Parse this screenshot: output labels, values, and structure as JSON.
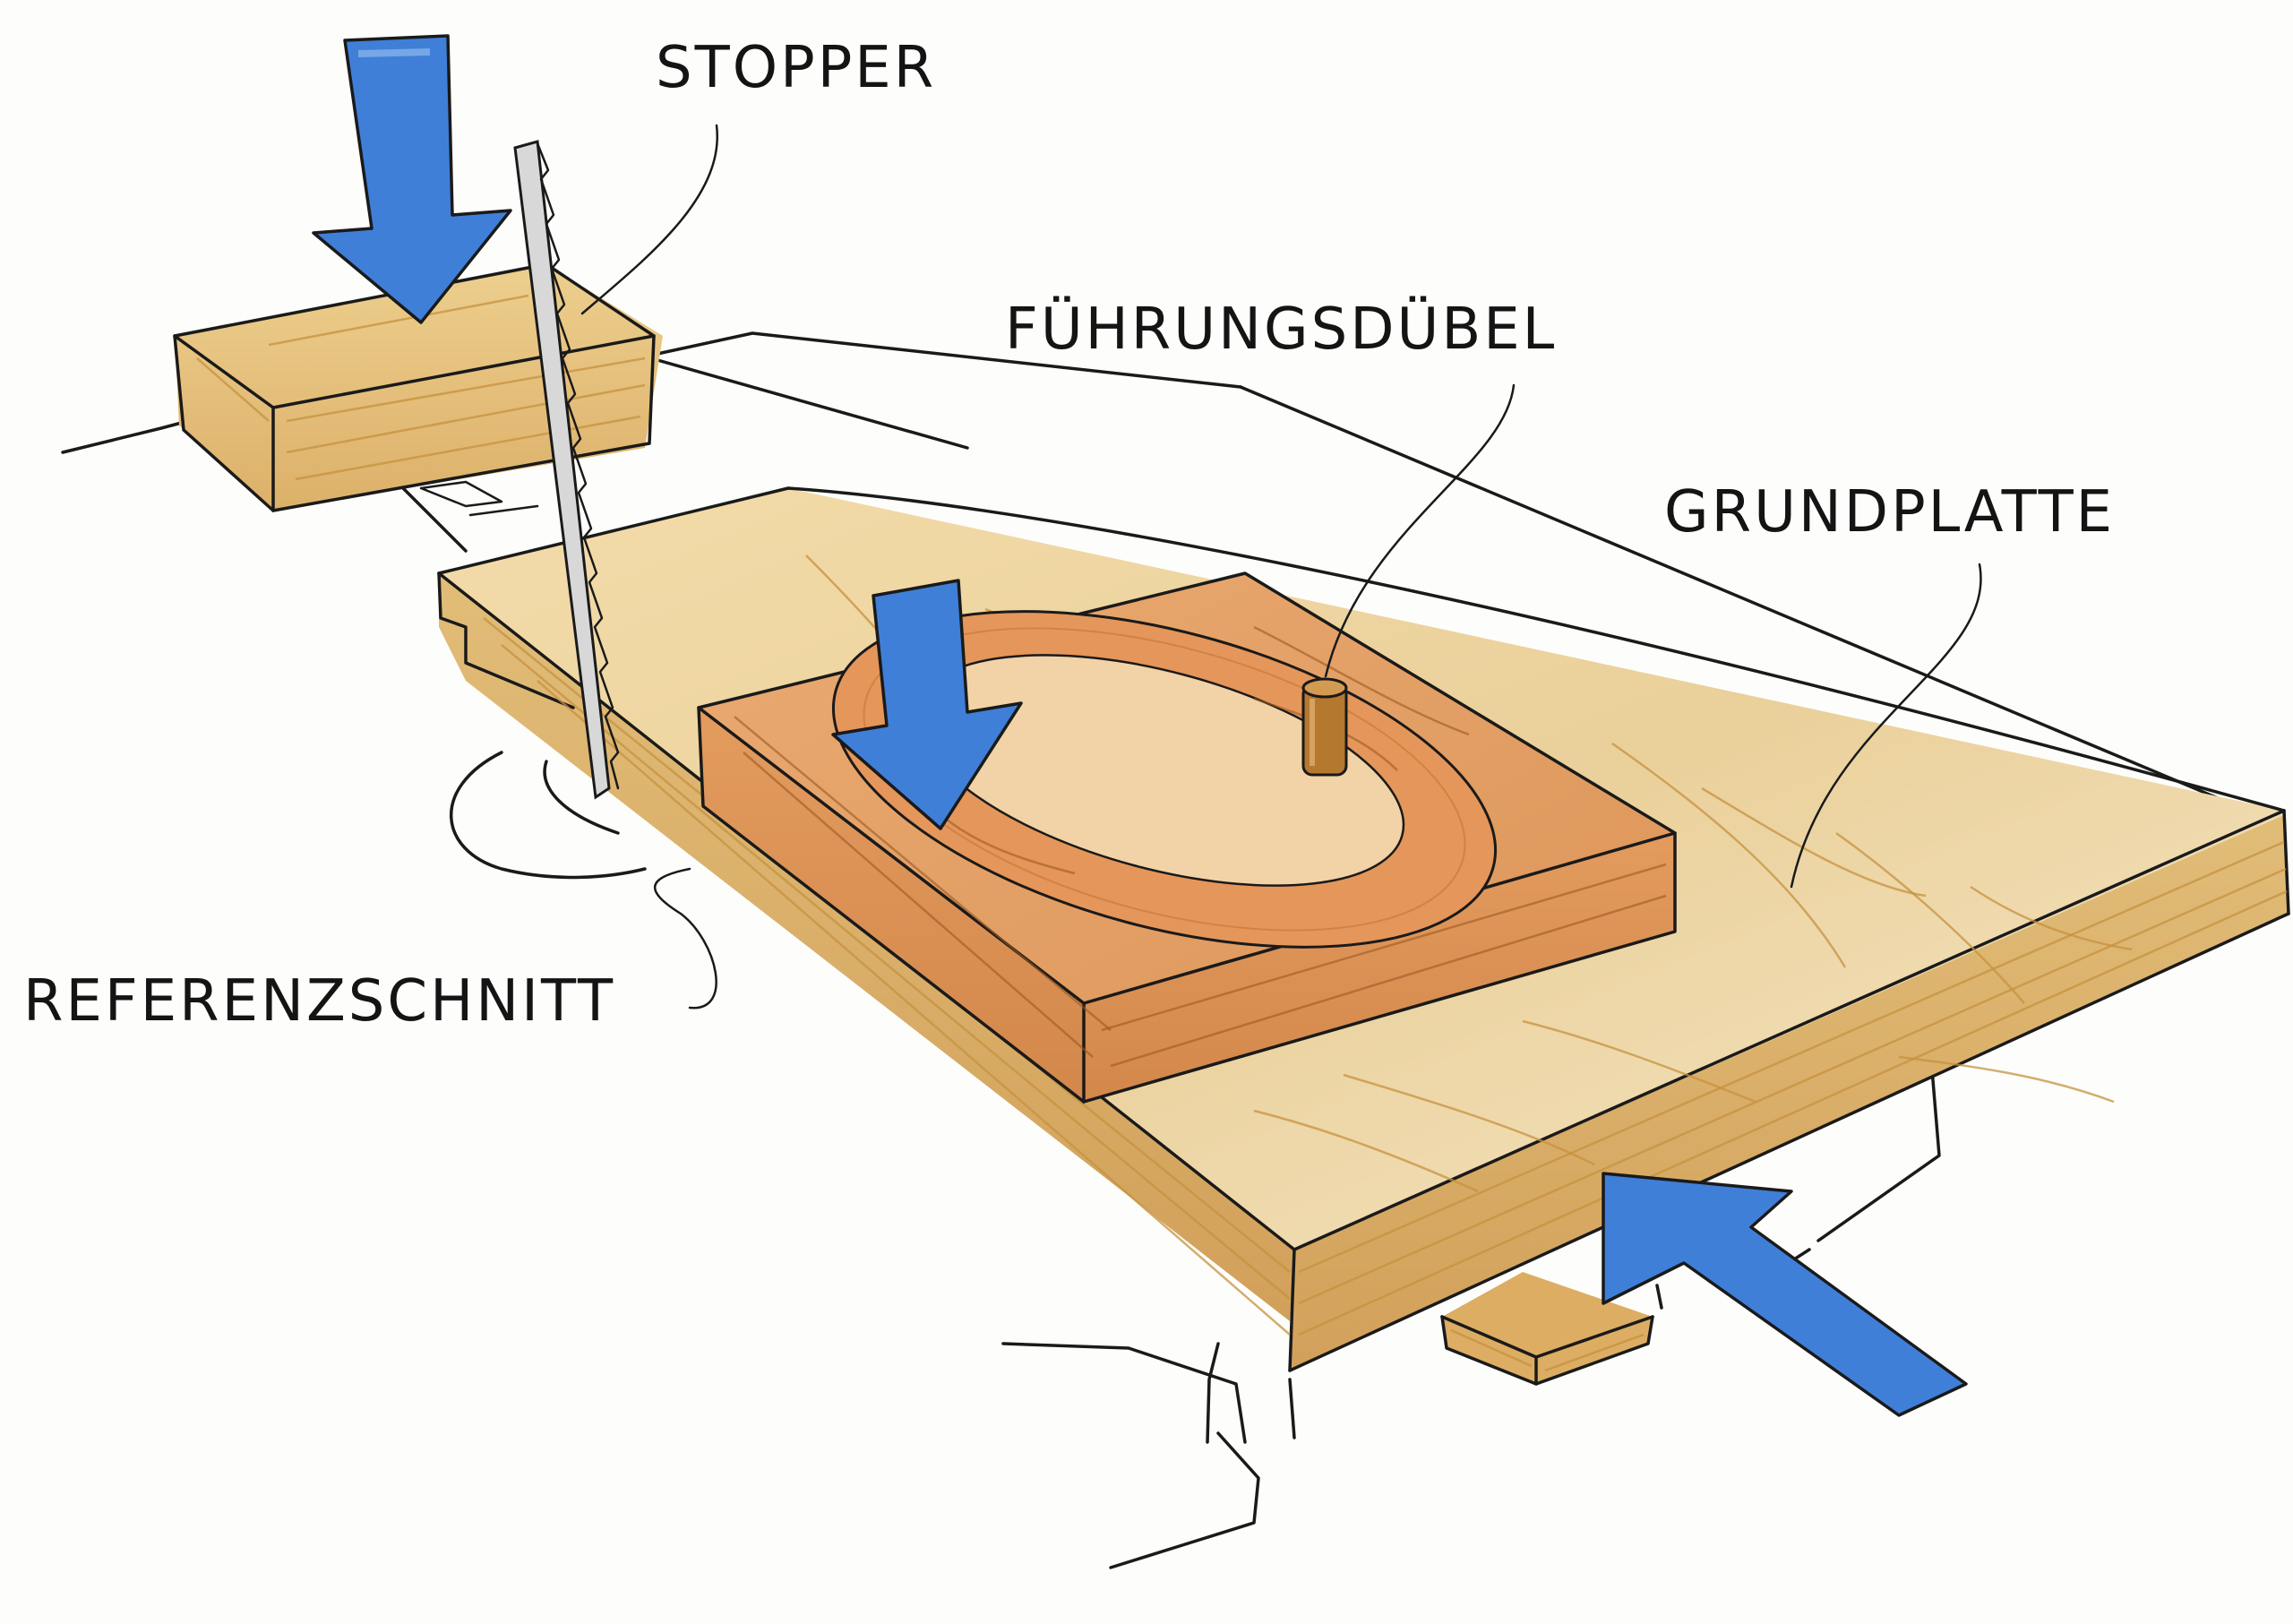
{
  "labels": {
    "stopper": "STOPPER",
    "guide_dowel": "FÜHRUNGSDÜBEL",
    "base_plate": "GRUNDPLATTE",
    "reference_cut": "REFERENZSCHNITT"
  },
  "colors": {
    "arrow_blue": "#3f7fd8",
    "wood_light": "#e8c98a",
    "wood_mid": "#d9ad62",
    "wood_dark": "#c48a3e",
    "blank_wood": "#e3a56b",
    "ink": "#1a1a1a"
  },
  "icons": {
    "arrows": [
      "arrow-down-icon",
      "arrow-down-icon",
      "arrow-up-left-icon"
    ]
  }
}
